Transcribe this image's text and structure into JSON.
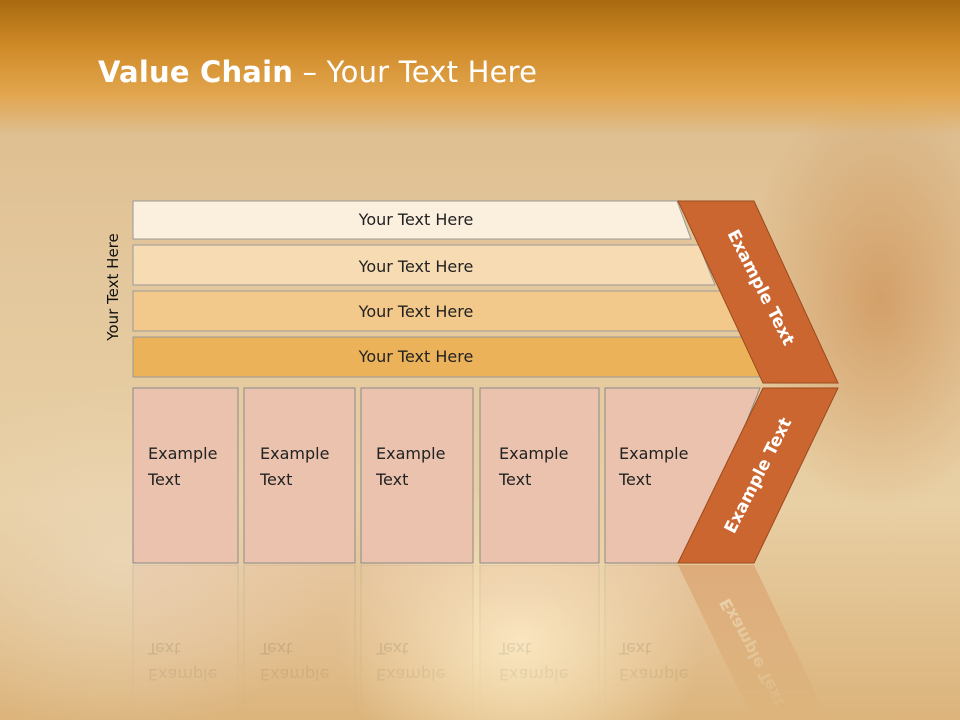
{
  "slide": {
    "title_bold": "Value Chain",
    "title_rest": " – Your Text Here",
    "side_label": "Your Text Here"
  },
  "rows": [
    {
      "label": "Your Text Here",
      "fill": "#fbefde"
    },
    {
      "label": "Your Text Here",
      "fill": "#f7dcb3"
    },
    {
      "label": "Your Text Here",
      "fill": "#f2c98a"
    },
    {
      "label": "Your Text Here",
      "fill": "#ebb25a"
    }
  ],
  "boxes": [
    {
      "line1": "Example",
      "line2": "Text"
    },
    {
      "line1": "Example",
      "line2": "Text"
    },
    {
      "line1": "Example",
      "line2": "Text"
    },
    {
      "line1": "Example",
      "line2": "Text"
    },
    {
      "line1": "Example",
      "line2": "Text"
    }
  ],
  "chevron": {
    "upper_label": "Example Text",
    "lower_label": "Example Text",
    "color": "#cc6630"
  },
  "colors": {
    "box_fill": "#eac2ad",
    "box_stroke": "#8a8a8a",
    "title_bar": "#d08a28"
  }
}
